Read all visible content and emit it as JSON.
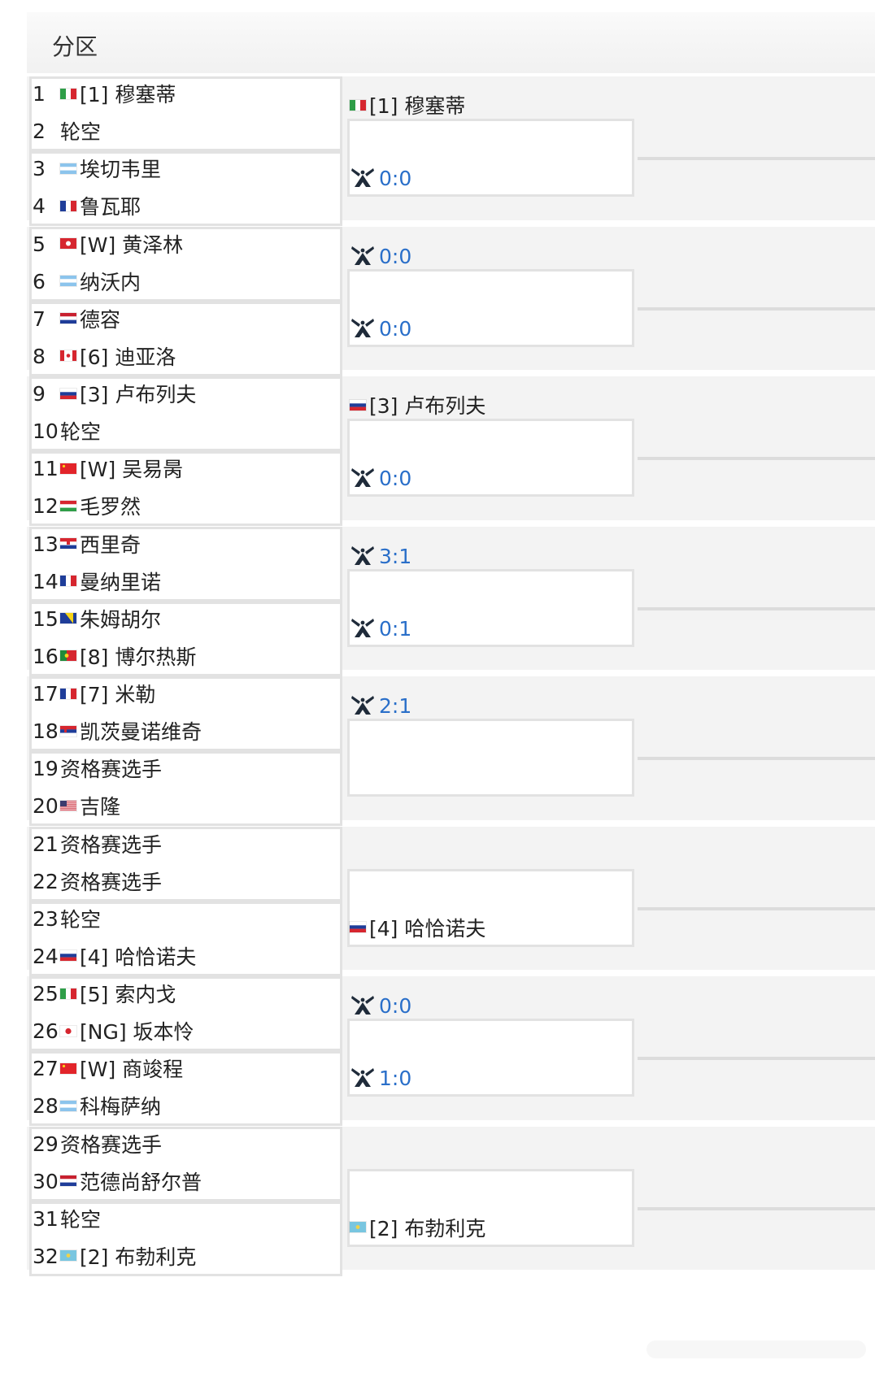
{
  "header": {
    "title": "分区"
  },
  "players": [
    {
      "num": "1",
      "name": "[1] 穆塞蒂",
      "flag": "it"
    },
    {
      "num": "2",
      "name": "轮空",
      "flag": ""
    },
    {
      "num": "3",
      "name": "埃切韦里",
      "flag": "ar"
    },
    {
      "num": "4",
      "name": "鲁瓦耶",
      "flag": "fr"
    },
    {
      "num": "5",
      "name": "[W] 黄泽林",
      "flag": "hk"
    },
    {
      "num": "6",
      "name": "纳沃内",
      "flag": "ar"
    },
    {
      "num": "7",
      "name": "德容",
      "flag": "nl"
    },
    {
      "num": "8",
      "name": "[6] 迪亚洛",
      "flag": "ca"
    },
    {
      "num": "9",
      "name": "[3] 卢布列夫",
      "flag": "ru"
    },
    {
      "num": "10",
      "name": "轮空",
      "flag": ""
    },
    {
      "num": "11",
      "name": "[W] 吴易昺",
      "flag": "cn"
    },
    {
      "num": "12",
      "name": "毛罗然",
      "flag": "hu"
    },
    {
      "num": "13",
      "name": "西里奇",
      "flag": "hr"
    },
    {
      "num": "14",
      "name": "曼纳里诺",
      "flag": "fr"
    },
    {
      "num": "15",
      "name": "朱姆胡尔",
      "flag": "ba"
    },
    {
      "num": "16",
      "name": "[8] 博尔热斯",
      "flag": "pt"
    },
    {
      "num": "17",
      "name": "[7] 米勒",
      "flag": "fr"
    },
    {
      "num": "18",
      "name": "凯茨曼诺维奇",
      "flag": "rs"
    },
    {
      "num": "19",
      "name": "资格赛选手",
      "flag": ""
    },
    {
      "num": "20",
      "name": "吉隆",
      "flag": "us"
    },
    {
      "num": "21",
      "name": "资格赛选手",
      "flag": ""
    },
    {
      "num": "22",
      "name": "资格赛选手",
      "flag": ""
    },
    {
      "num": "23",
      "name": "轮空",
      "flag": ""
    },
    {
      "num": "24",
      "name": "[4] 哈恰诺夫",
      "flag": "ru"
    },
    {
      "num": "25",
      "name": "[5] 索内戈",
      "flag": "it"
    },
    {
      "num": "26",
      "name": "[NG] 坂本怜",
      "flag": "jp"
    },
    {
      "num": "27",
      "name": "[W] 商竣程",
      "flag": "cn"
    },
    {
      "num": "28",
      "name": "科梅萨纳",
      "flag": "ar"
    },
    {
      "num": "29",
      "name": "资格赛选手",
      "flag": ""
    },
    {
      "num": "30",
      "name": "范德尚舒尔普",
      "flag": "nl"
    },
    {
      "num": "31",
      "name": "轮空",
      "flag": ""
    },
    {
      "num": "32",
      "name": "[2] 布勃利克",
      "flag": "kz"
    }
  ],
  "round2": [
    {
      "type": "player",
      "name": "[1] 穆塞蒂",
      "flag": "it"
    },
    {
      "type": "score",
      "score": "0:0"
    },
    {
      "type": "score",
      "score": "0:0"
    },
    {
      "type": "score",
      "score": "0:0"
    },
    {
      "type": "player",
      "name": "[3] 卢布列夫",
      "flag": "ru"
    },
    {
      "type": "score",
      "score": "0:0"
    },
    {
      "type": "score",
      "score": "3:1"
    },
    {
      "type": "score",
      "score": "0:1"
    },
    {
      "type": "score",
      "score": "2:1"
    },
    {
      "type": "empty"
    },
    {
      "type": "empty"
    },
    {
      "type": "player",
      "name": "[4] 哈恰诺夫",
      "flag": "ru"
    },
    {
      "type": "score",
      "score": "0:0"
    },
    {
      "type": "score",
      "score": "1:0"
    },
    {
      "type": "empty"
    },
    {
      "type": "player",
      "name": "[2] 布勃利克",
      "flag": "kz"
    }
  ],
  "theme": {
    "score_color": "#2a6fc9",
    "group_bg": "#f3f3f3",
    "border": "#e2e2e2"
  }
}
